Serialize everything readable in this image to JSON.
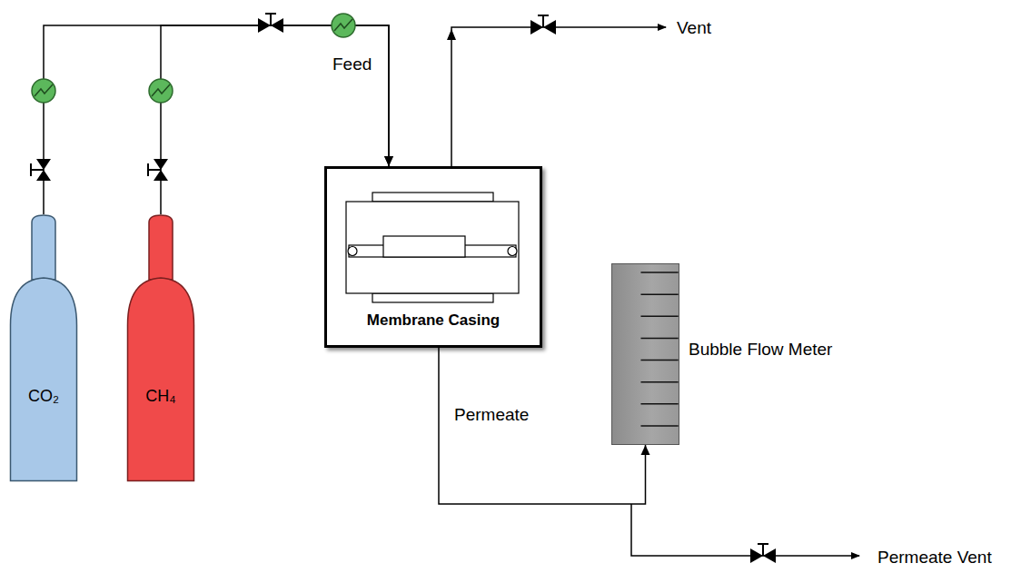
{
  "diagram": {
    "nodes": [
      {
        "text": [
          "CO₂"
        ]
      },
      {
        "text": [
          "CH₄"
        ]
      },
      {
        "text": [
          "Membrane Casing"
        ]
      },
      {
        "text": [
          "Bubble Flow Meter"
        ]
      }
    ],
    "edges": [
      {
        "from": 0,
        "to": 2,
        "arrow": "to"
      },
      {
        "from": 1,
        "to": 2,
        "arrow": "to"
      },
      {
        "from": 2,
        "to": 3,
        "arrow": "to"
      }
    ],
    "labels": [
      "Feed",
      "Vent",
      "Permeate",
      "Permeate Vent"
    ]
  }
}
